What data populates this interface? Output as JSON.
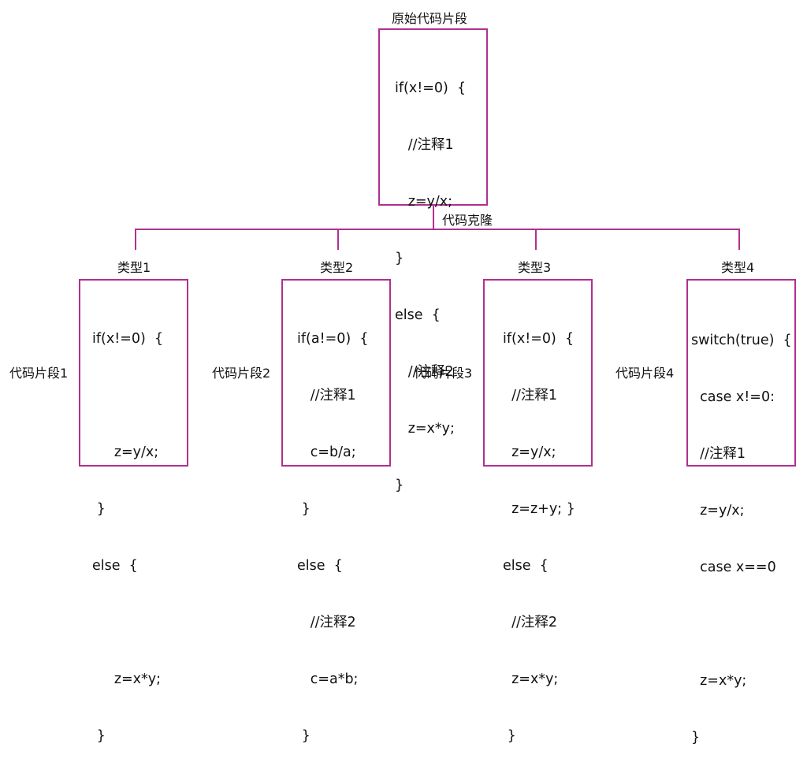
{
  "top": {
    "title": "原始代码片段",
    "code": [
      "if(x!=0)  {",
      "   //注释1",
      "   z=y/x;",
      "}",
      "else  {",
      "   //注释2",
      "   z=x*y;",
      "}"
    ]
  },
  "connector_label": "代码克隆",
  "types": [
    {
      "title": "类型1",
      "side_label": "代码片段1",
      "code": [
        "if(x!=0)  {",
        "",
        "     z=y/x;",
        " }",
        "else  {",
        "",
        "     z=x*y;",
        " }"
      ]
    },
    {
      "title": "类型2",
      "side_label": "代码片段2",
      "code": [
        "if(a!=0)  {",
        "   //注释1",
        "   c=b/a;",
        " }",
        "else  {",
        "   //注释2",
        "   c=a*b;",
        " }"
      ]
    },
    {
      "title": "类型3",
      "side_label": "代码片段3",
      "code": [
        "if(x!=0)  {",
        "  //注释1",
        "  z=y/x;",
        "  z=z+y; }",
        "else  {",
        "  //注释2",
        "  z=x*y;",
        " }"
      ]
    },
    {
      "title": "类型4",
      "side_label": "代码片段4",
      "code": [
        "switch(true)  {",
        "  case x!=0:",
        "  //注释1",
        "  z=y/x;",
        "  case x==0",
        "",
        "  z=x*y;",
        "}"
      ]
    }
  ],
  "colors": {
    "border": "#b0308f"
  }
}
